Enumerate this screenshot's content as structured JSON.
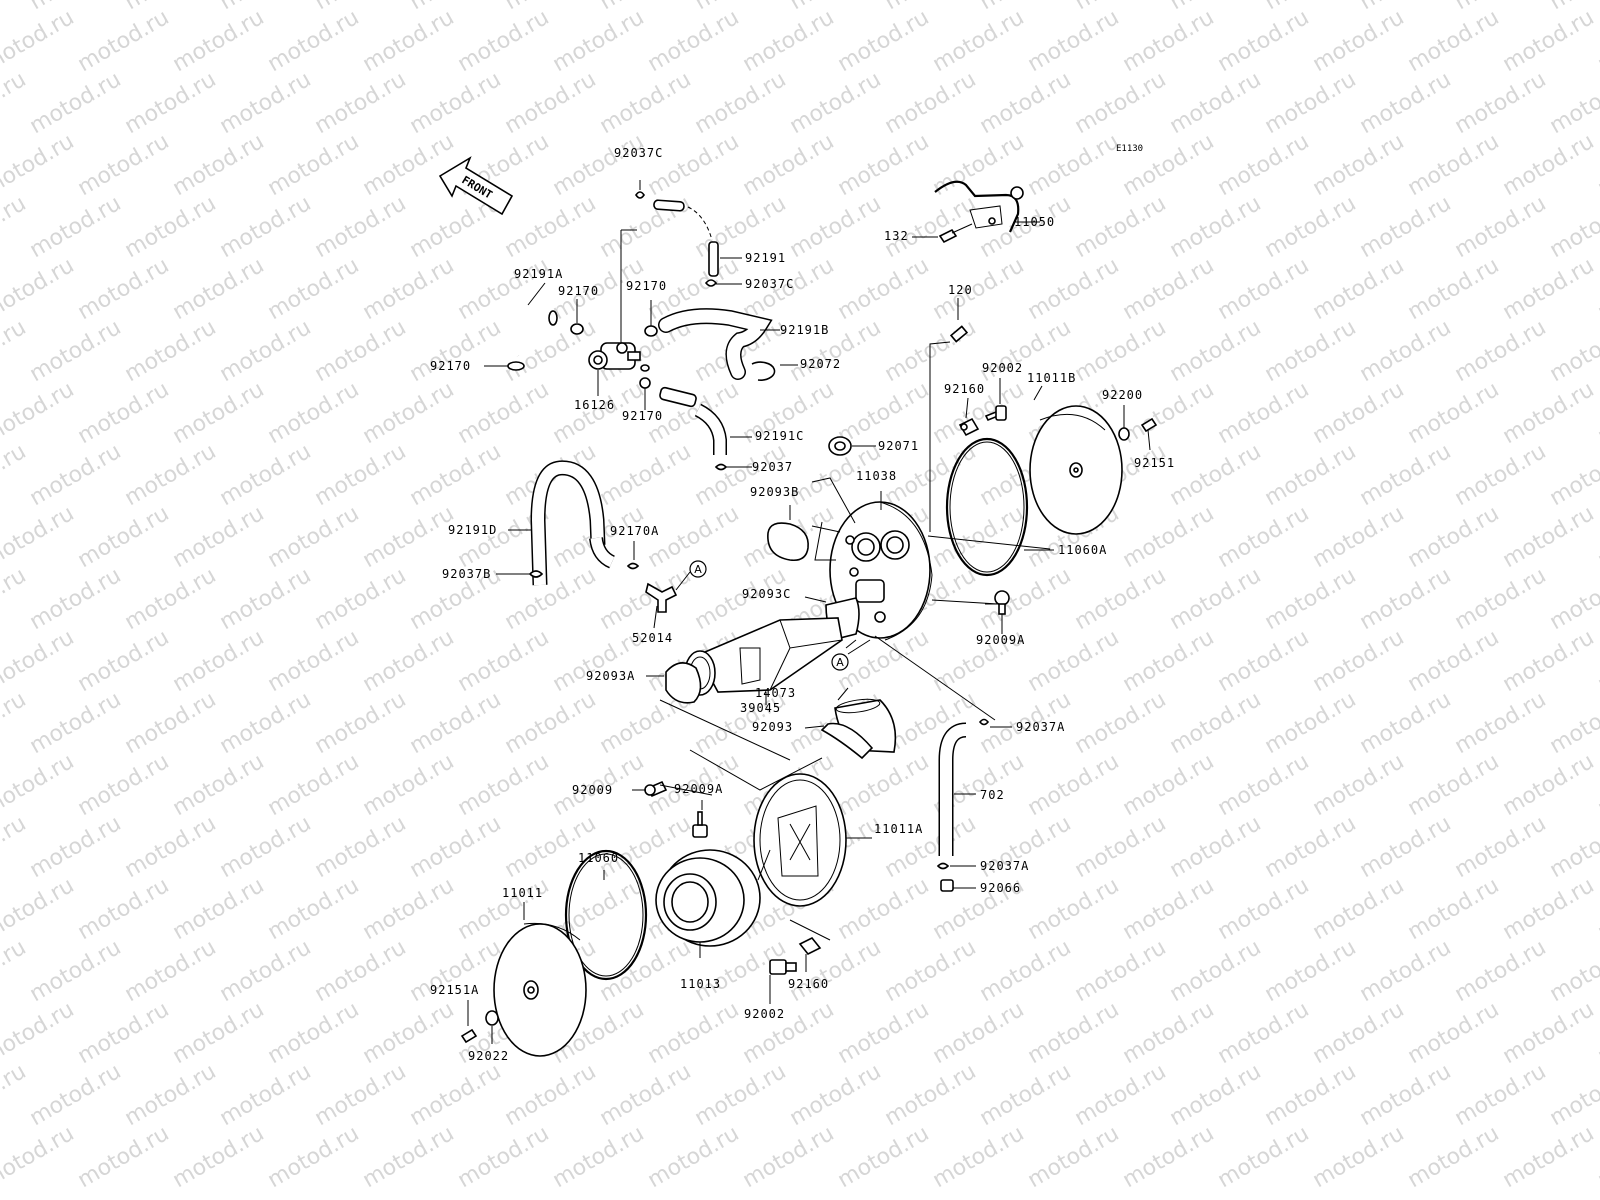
{
  "diagram_code": "E1130",
  "watermark": "motod.ru",
  "direction_label": "FRONT",
  "callout_letter": "A",
  "parts": [
    {
      "id": "p-92037C-top",
      "text": "92037C"
    },
    {
      "id": "p-92191",
      "text": "92191"
    },
    {
      "id": "p-92037C",
      "text": "92037C"
    },
    {
      "id": "p-92191A",
      "text": "92191A"
    },
    {
      "id": "p-92170-a",
      "text": "92170"
    },
    {
      "id": "p-92170-b",
      "text": "92170"
    },
    {
      "id": "p-92191B",
      "text": "92191B"
    },
    {
      "id": "p-92170-c",
      "text": "92170"
    },
    {
      "id": "p-92072",
      "text": "92072"
    },
    {
      "id": "p-16126",
      "text": "16126"
    },
    {
      "id": "p-92170-d",
      "text": "92170"
    },
    {
      "id": "p-92191C",
      "text": "92191C"
    },
    {
      "id": "p-92037",
      "text": "92037"
    },
    {
      "id": "p-92191D",
      "text": "92191D"
    },
    {
      "id": "p-92170A",
      "text": "92170A"
    },
    {
      "id": "p-92037B",
      "text": "92037B"
    },
    {
      "id": "p-52014",
      "text": "52014"
    },
    {
      "id": "p-132",
      "text": "132"
    },
    {
      "id": "p-11050",
      "text": "11050"
    },
    {
      "id": "p-120",
      "text": "120"
    },
    {
      "id": "p-92002-top",
      "text": "92002"
    },
    {
      "id": "p-92160-top",
      "text": "92160"
    },
    {
      "id": "p-11011B",
      "text": "11011B"
    },
    {
      "id": "p-92200",
      "text": "92200"
    },
    {
      "id": "p-92071",
      "text": "92071"
    },
    {
      "id": "p-92151",
      "text": "92151"
    },
    {
      "id": "p-11038",
      "text": "11038"
    },
    {
      "id": "p-92093B",
      "text": "92093B"
    },
    {
      "id": "p-11060A",
      "text": "11060A"
    },
    {
      "id": "p-92093C",
      "text": "92093C"
    },
    {
      "id": "p-92009A-right",
      "text": "92009A"
    },
    {
      "id": "p-92093A",
      "text": "92093A"
    },
    {
      "id": "p-39045",
      "text": "39045"
    },
    {
      "id": "p-14073",
      "text": "14073"
    },
    {
      "id": "p-92093",
      "text": "92093"
    },
    {
      "id": "p-92037A-top",
      "text": "92037A"
    },
    {
      "id": "p-702",
      "text": "702"
    },
    {
      "id": "p-92009",
      "text": "92009"
    },
    {
      "id": "p-92009A",
      "text": "92009A"
    },
    {
      "id": "p-11011A",
      "text": "11011A"
    },
    {
      "id": "p-92037A",
      "text": "92037A"
    },
    {
      "id": "p-92066",
      "text": "92066"
    },
    {
      "id": "p-11060",
      "text": "11060"
    },
    {
      "id": "p-11011",
      "text": "11011"
    },
    {
      "id": "p-11013",
      "text": "11013"
    },
    {
      "id": "p-92160",
      "text": "92160"
    },
    {
      "id": "p-92002",
      "text": "92002"
    },
    {
      "id": "p-92151A",
      "text": "92151A"
    },
    {
      "id": "p-92022",
      "text": "92022"
    }
  ]
}
